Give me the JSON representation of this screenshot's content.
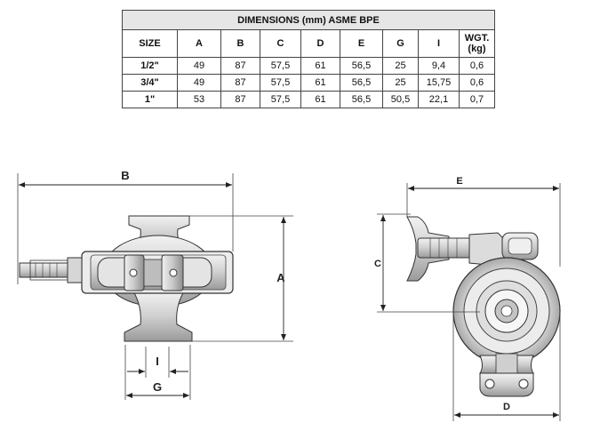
{
  "table": {
    "title": "DIMENSIONS (mm) ASME BPE",
    "headers": [
      "SIZE",
      "A",
      "B",
      "C",
      "D",
      "E",
      "G",
      "I",
      "WGT.\n(kg)"
    ],
    "rows": [
      {
        "size": "1/2\"",
        "values": [
          "49",
          "87",
          "57,5",
          "61",
          "56,5",
          "25",
          "9,4",
          "0,6"
        ]
      },
      {
        "size": "3/4\"",
        "values": [
          "49",
          "87",
          "57,5",
          "61",
          "56,5",
          "25",
          "15,75",
          "0,6"
        ]
      },
      {
        "size": "1\"",
        "values": [
          "53",
          "87",
          "57,5",
          "61",
          "56,5",
          "50,5",
          "22,1",
          "0,7"
        ]
      }
    ]
  },
  "drawing": {
    "labels": {
      "B": "B",
      "A": "A",
      "I": "I",
      "G": "G",
      "E": "E",
      "C": "C",
      "D": "D"
    }
  }
}
